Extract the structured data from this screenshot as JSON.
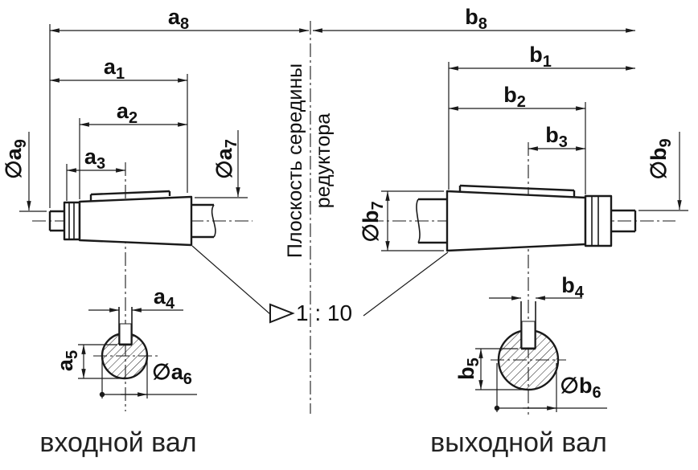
{
  "drawing": {
    "center_plane_label": {
      "line1": "Плоскость середины",
      "line2": "редуктора"
    },
    "taper": {
      "ratio": "1 : 10"
    },
    "captions": {
      "input_shaft": "входной вал",
      "output_shaft": "выходной вал"
    },
    "dims": {
      "a1": {
        "base": "a",
        "sub": "1"
      },
      "a2": {
        "base": "a",
        "sub": "2"
      },
      "a3": {
        "base": "a",
        "sub": "3"
      },
      "a4": {
        "base": "a",
        "sub": "4"
      },
      "a5": {
        "base": "a",
        "sub": "5"
      },
      "a6": {
        "pre": "∅",
        "base": "a",
        "sub": "6"
      },
      "a7": {
        "pre": "∅",
        "base": "a",
        "sub": "7"
      },
      "a8": {
        "base": "a",
        "sub": "8"
      },
      "a9": {
        "pre": "∅",
        "base": "a",
        "sub": "9"
      },
      "b1": {
        "base": "b",
        "sub": "1"
      },
      "b2": {
        "base": "b",
        "sub": "2"
      },
      "b3": {
        "base": "b",
        "sub": "3"
      },
      "b4": {
        "base": "b",
        "sub": "4"
      },
      "b5": {
        "base": "b",
        "sub": "5"
      },
      "b6": {
        "pre": "∅",
        "base": "b",
        "sub": "6"
      },
      "b7": {
        "pre": "∅",
        "base": "b",
        "sub": "7"
      },
      "b8": {
        "base": "b",
        "sub": "8"
      },
      "b9": {
        "pre": "∅",
        "base": "b",
        "sub": "9"
      }
    },
    "colors": {
      "line": "#1a1a1a",
      "background": "#ffffff"
    }
  }
}
